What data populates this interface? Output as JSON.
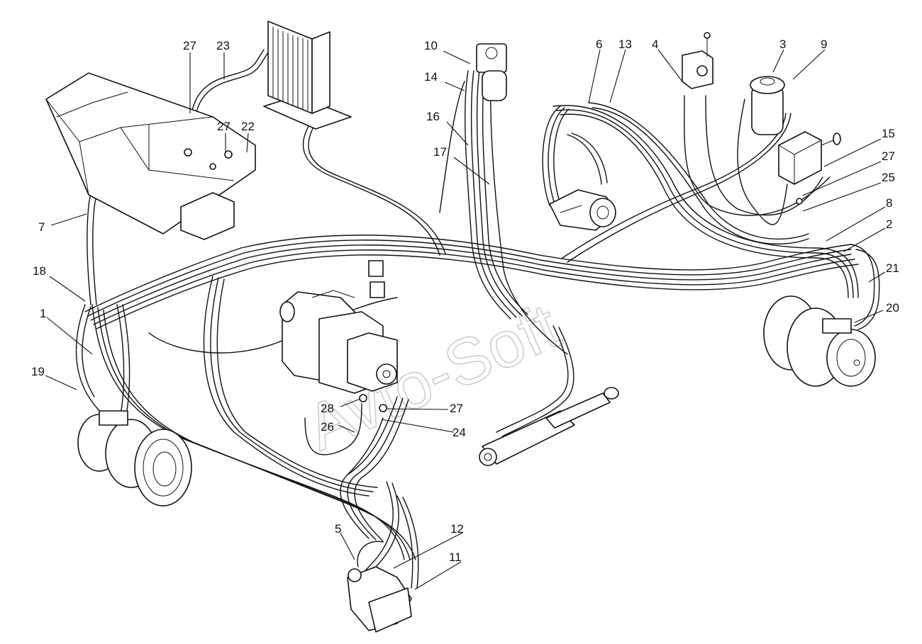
{
  "diagram": {
    "watermark": "Avto-Soft",
    "callouts": [
      {
        "id": "c1",
        "text": "1"
      },
      {
        "id": "c2",
        "text": "2"
      },
      {
        "id": "c3",
        "text": "3"
      },
      {
        "id": "c4",
        "text": "4"
      },
      {
        "id": "c5",
        "text": "5"
      },
      {
        "id": "c6",
        "text": "6"
      },
      {
        "id": "c7",
        "text": "7"
      },
      {
        "id": "c8",
        "text": "8"
      },
      {
        "id": "c9",
        "text": "9"
      },
      {
        "id": "c10",
        "text": "10"
      },
      {
        "id": "c11",
        "text": "11"
      },
      {
        "id": "c12",
        "text": "12"
      },
      {
        "id": "c13",
        "text": "13"
      },
      {
        "id": "c14",
        "text": "14"
      },
      {
        "id": "c15",
        "text": "15"
      },
      {
        "id": "c16",
        "text": "16"
      },
      {
        "id": "c17",
        "text": "17"
      },
      {
        "id": "c18",
        "text": "18"
      },
      {
        "id": "c19",
        "text": "19"
      },
      {
        "id": "c20",
        "text": "20"
      },
      {
        "id": "c21",
        "text": "21"
      },
      {
        "id": "c22",
        "text": "22"
      },
      {
        "id": "c23",
        "text": "23"
      },
      {
        "id": "c24",
        "text": "24"
      },
      {
        "id": "c25",
        "text": "25"
      },
      {
        "id": "c26",
        "text": "26"
      },
      {
        "id": "c27a",
        "text": "27"
      },
      {
        "id": "c27b",
        "text": "27"
      },
      {
        "id": "c27c",
        "text": "27"
      },
      {
        "id": "c27d",
        "text": "27"
      },
      {
        "id": "c28",
        "text": "28"
      }
    ]
  }
}
